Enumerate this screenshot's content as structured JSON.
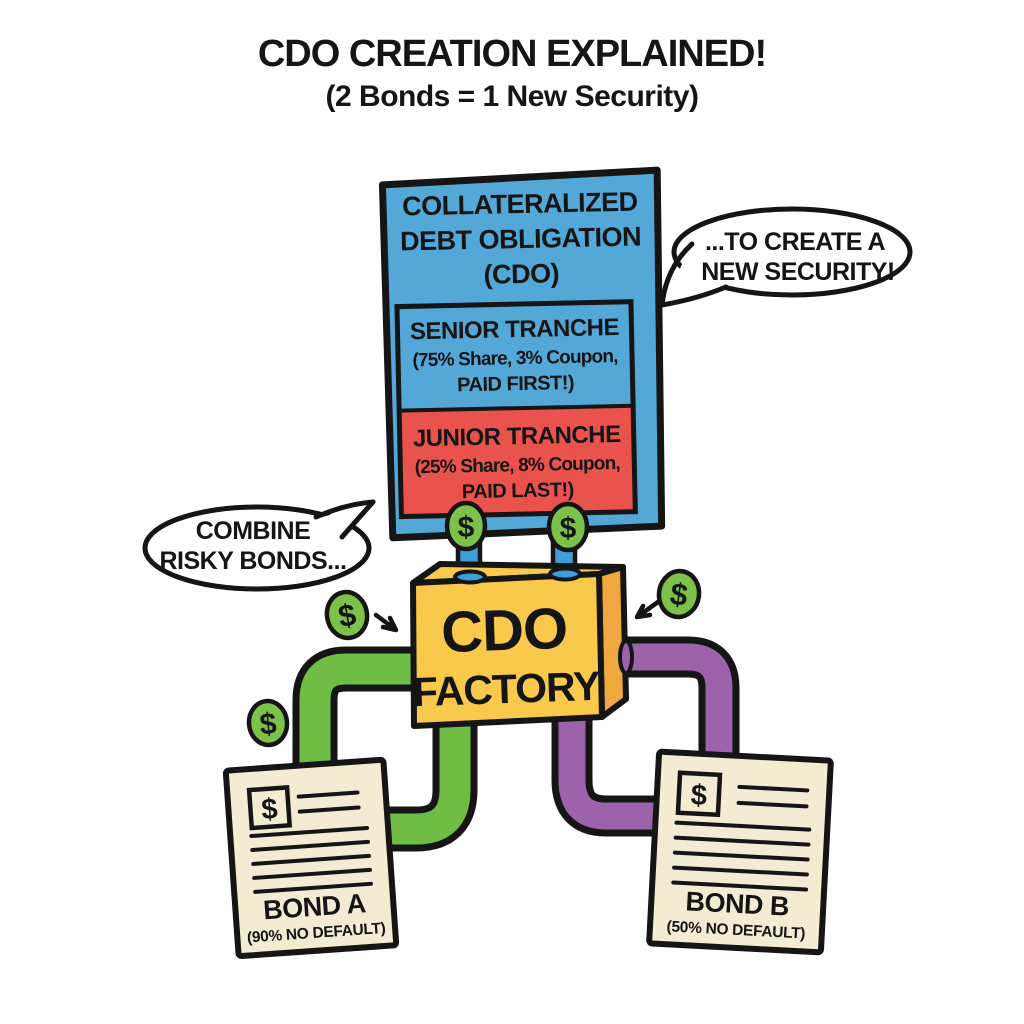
{
  "title": {
    "line1": "CDO CREATION EXPLAINED!",
    "line2": "(2 Bonds = 1 New Security)"
  },
  "cdo_document": {
    "header_line1": "COLLATERALIZED",
    "header_line2": "DEBT OBLIGATION",
    "header_line3": "(CDO)",
    "senior_tranche": {
      "title": "SENIOR TRANCHE",
      "detail_line1": "(75% Share, 3% Coupon,",
      "detail_line2": "PAID FIRST!)"
    },
    "junior_tranche": {
      "title": "JUNIOR TRANCHE",
      "detail_line1": "(25% Share, 8% Coupon,",
      "detail_line2": "PAID LAST!)"
    }
  },
  "speech_bubbles": {
    "left": {
      "line1": "COMBINE",
      "line2": "RISKY BONDS..."
    },
    "right": {
      "line1": "...TO CREATE A",
      "line2": "NEW SECURITY!"
    }
  },
  "factory": {
    "line1": "CDO",
    "line2": "FACTORY"
  },
  "bond_a": {
    "name": "BOND A",
    "detail": "(90% NO DEFAULT)",
    "dollar_symbol": "$"
  },
  "bond_b": {
    "name": "BOND B",
    "detail": "(50% NO DEFAULT)",
    "dollar_symbol": "$"
  },
  "coins": {
    "symbol": "$"
  },
  "colors": {
    "ink": "#151515",
    "doc_blue": "#54A8D8",
    "pipe_blue": "#3E9ED8",
    "tranche_red": "#E9534B",
    "factory_yellow": "#F8C94B",
    "factory_side": "#EFA83D",
    "pipe_green": "#70BD45",
    "pipe_purple": "#9C63AB",
    "coin_green": "#7CC24A",
    "paper_cream": "#F4EBD3",
    "bubble_white": "#FFFFFF"
  }
}
